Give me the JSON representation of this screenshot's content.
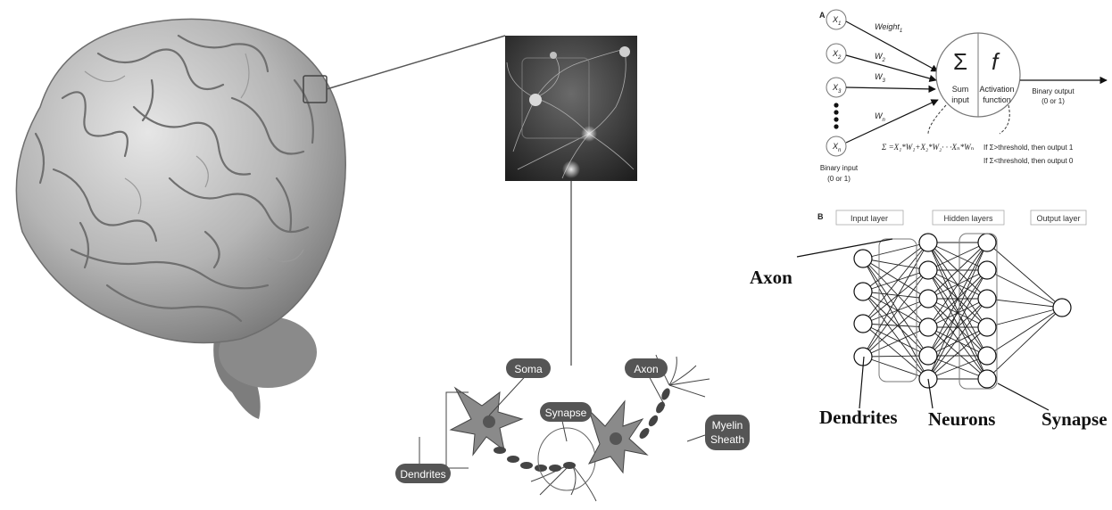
{
  "colors": {
    "brain_light": "#d9d9d9",
    "brain_dark": "#8c8c8c",
    "micro_bg": "#3a3a3a",
    "neuron_fill": "#8a8a8a",
    "pill_fill": "#555555"
  },
  "brain": {
    "icon": "brain-illustration"
  },
  "micrograph": {
    "icon": "neurons-micrograph"
  },
  "neuron_drawing": {
    "labels": {
      "soma": "Soma",
      "synapse": "Synapse",
      "axon": "Axon",
      "myelin_line1": "Myelin",
      "myelin_line2": "Sheath",
      "dendrites": "Dendrites"
    }
  },
  "perceptron": {
    "panel_letter": "A",
    "inputs": [
      {
        "name": "X",
        "sub": "1"
      },
      {
        "name": "X",
        "sub": "2"
      },
      {
        "name": "X",
        "sub": "3"
      },
      {
        "name": "X",
        "sub": "n"
      }
    ],
    "weights": [
      {
        "name": "Weight",
        "sub": "1"
      },
      {
        "name": "W",
        "sub": "2"
      },
      {
        "name": "W",
        "sub": "3"
      },
      {
        "name": "W",
        "sub": "n"
      }
    ],
    "sum_symbol": "Σ",
    "act_symbol": "f",
    "sum_label_line1": "Sum",
    "sum_label_line2": "input",
    "act_label_line1": "Activation",
    "act_label_line2": "function",
    "output_line1": "Binary output",
    "output_line2": "(0 or 1)",
    "input_line1": "Binary input",
    "input_line2": "(0 or 1)",
    "formula": "Σ =X₁*W₁+X₂*W₂· · ·Xₙ*Wₙ",
    "rule_line1": "If Σ>threshold, then output 1",
    "rule_line2": "If Σ<threshold, then output 0"
  },
  "network": {
    "panel_letter": "B",
    "input_layer": "Input layer",
    "hidden_layers": "Hidden layers",
    "output_layer": "Output layer",
    "label_axon": "Axon",
    "label_dendrites": "Dendrites",
    "label_neurons": "Neurons",
    "label_synapse": "Synapse"
  }
}
